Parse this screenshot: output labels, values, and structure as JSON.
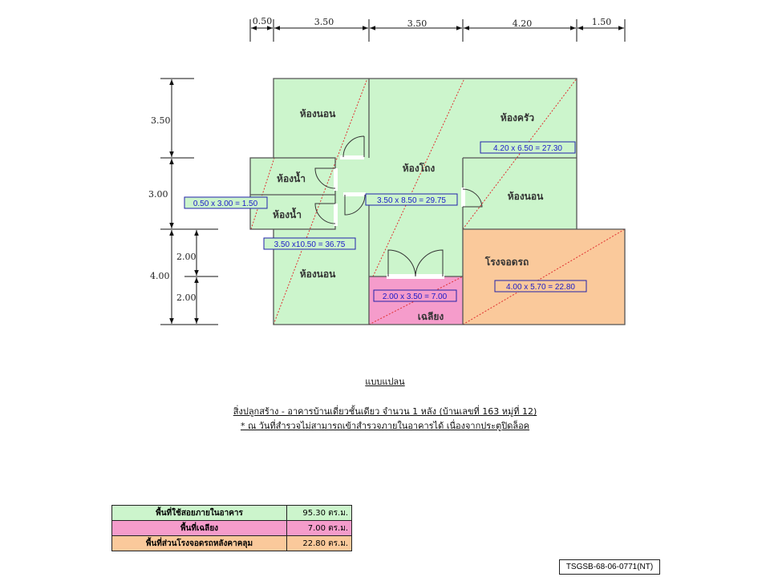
{
  "plan": {
    "top_dimensions": [
      "0.50",
      "3.50",
      "3.50",
      "4.20",
      "1.50"
    ],
    "left_dimensions": [
      "3.50",
      "3.00",
      "4.00"
    ],
    "left_sub_dimensions": [
      "2.00",
      "2.00"
    ],
    "rooms": {
      "bedroom_top_left": "ห้องนอน",
      "bathroom_1": "ห้องน้ำ",
      "bathroom_2": "ห้องน้ำ",
      "bedroom_bottom_left": "ห้องนอน",
      "hall": "ห้องโถง",
      "kitchen": "ห้องครัว",
      "bedroom_right": "ห้องนอน",
      "garage": "โรงจอดรถ",
      "porch": "เฉลียง"
    },
    "area_labels": {
      "bathroom": "0.50 x 3.00 = 1.50",
      "left_wing": "3.50 x10.50 = 36.75",
      "hall": "3.50 x 8.50 = 29.75",
      "kitchen": "4.20 x 6.50 = 27.30",
      "porch": "2.00 x 3.50 = 7.00",
      "garage": "4.00 x 5.70 = 22.80"
    },
    "colors": {
      "interior": "#ccf5cc",
      "porch": "#f59ccb",
      "garage": "#fac99b"
    }
  },
  "heading": "แบบแปลน",
  "description": "สิ่งปลูกสร้าง - อาคารบ้านเดี่ยวชั้นเดียว จำนวน 1 หลัง (บ้านเลขที่ 163 หมู่ที่ 12)",
  "note": "* ณ วันที่สำรวจไม่สามารถเข้าสำรวจภายในอาคารได้ เนื่องจากประตูปิดล็อค",
  "area_table": [
    {
      "name": "พื้นที่ใช้สอยภายในอาคาร",
      "value": "95.30 ตร.ม."
    },
    {
      "name": "พื้นที่เฉลียง",
      "value": "7.00 ตร.ม."
    },
    {
      "name": "พื้นที่ส่วนโรงจอดรถหลังคาคลุม",
      "value": "22.80 ตร.ม."
    }
  ],
  "document_code": "TSGSB-68-06-0771(NT)"
}
